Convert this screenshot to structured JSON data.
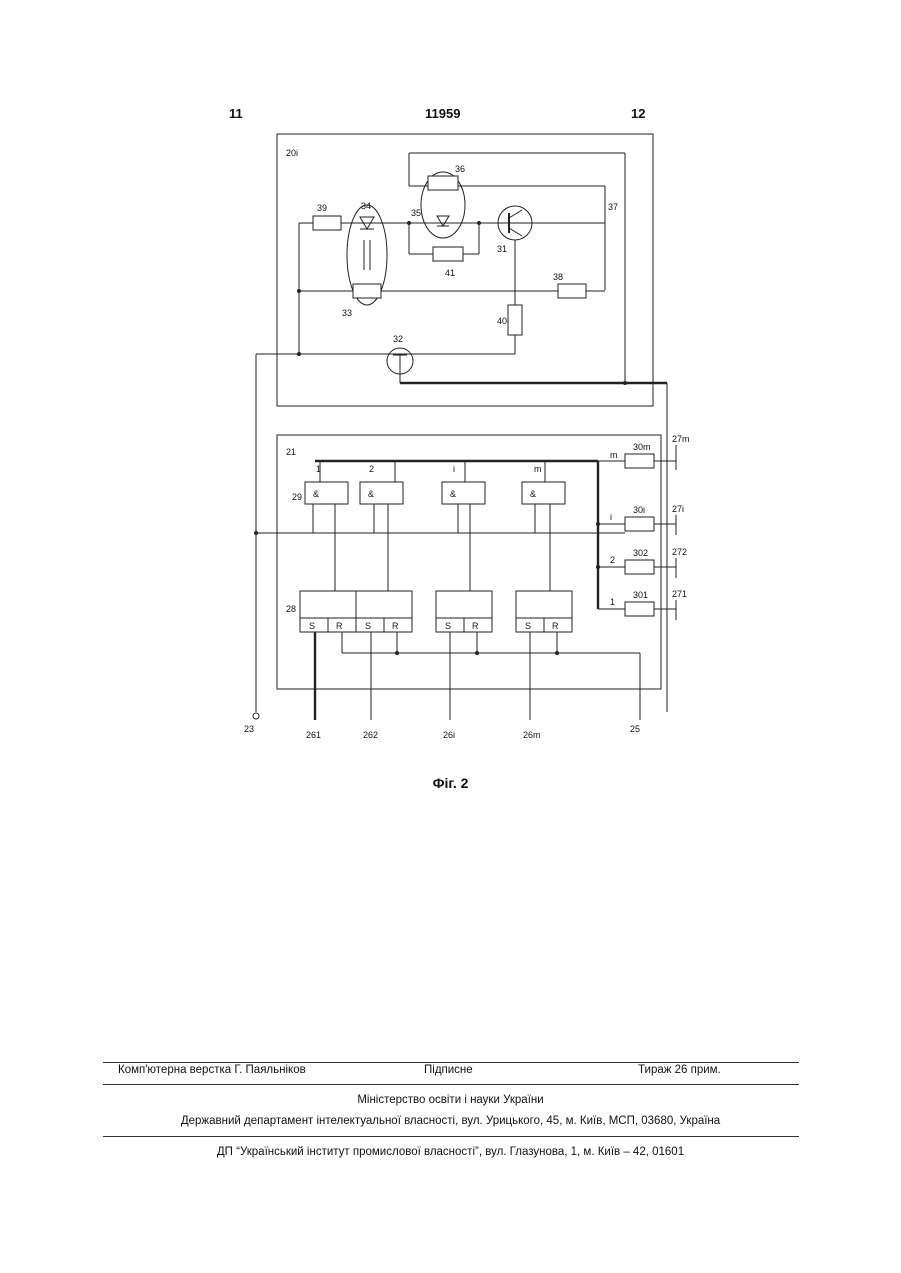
{
  "header": {
    "left_page": "11",
    "patent_number": "11959",
    "right_page": "12"
  },
  "figure": {
    "caption": "Фіг. 2",
    "block_labels": {
      "top_block": "20i",
      "bottom_block": "21",
      "register": "28",
      "gate_row": "29"
    },
    "component_labels": {
      "c31": "31",
      "c32": "32",
      "c33": "33",
      "c34": "34",
      "c35": "35",
      "c36": "36",
      "c37": "37",
      "c38": "38",
      "c39": "39",
      "c40": "40",
      "c41": "41"
    },
    "gate_symbol": "&",
    "bus_labels": {
      "b1": "1",
      "b2": "2",
      "bi": "i",
      "bm": "m"
    },
    "resistor_labels": {
      "r_m": "30m",
      "r_i": "30i",
      "r_2": "302",
      "r_1": "301"
    },
    "output_labels": {
      "o_m": "27m",
      "o_i": "27i",
      "o_2": "272",
      "o_1": "271"
    },
    "input_labels": {
      "in23": "23",
      "in26_1": "261",
      "in26_2": "262",
      "in26_i": "26i",
      "in26_m": "26m",
      "in25": "25"
    },
    "sr_labels": {
      "s": "S",
      "r": "R"
    }
  },
  "footer": {
    "layout": "Комп'ютерна верстка Г. Паяльніков",
    "signed": "Підписне",
    "circulation": "Тираж 26 прим.",
    "ministry": "Міністерство освіти і науки України",
    "department": "Державний департамент інтелектуальної власності, вул. Урицького, 45, м. Київ, МСП, 03680, Україна",
    "institute": "ДП “Український інститут промислової власності”, вул. Глазунова, 1, м. Київ – 42, 01601"
  }
}
